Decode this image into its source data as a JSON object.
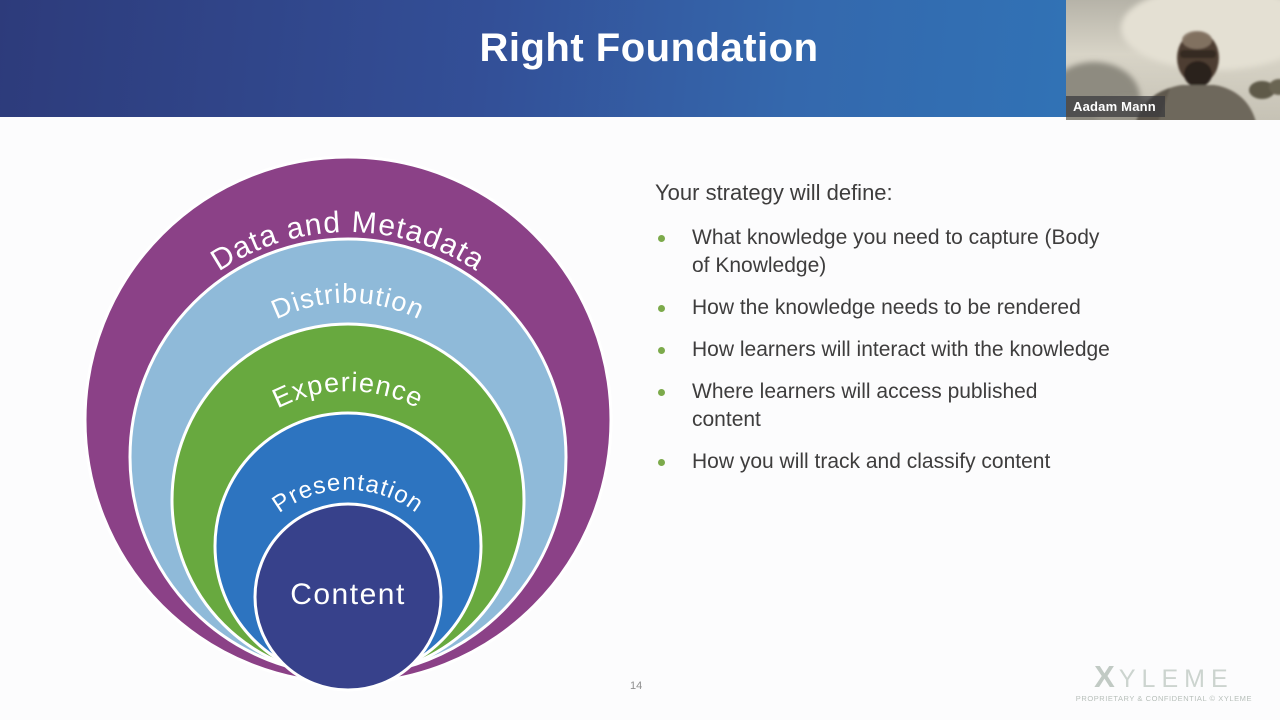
{
  "header": {
    "title": "Right Foundation",
    "gradient_left": "#2d3b7b",
    "gradient_right": "#2e7abc"
  },
  "webcam": {
    "participant_name": "Aadam Mann"
  },
  "diagram": {
    "type": "nested-circles",
    "rings": [
      {
        "label": "Data and Metadata",
        "color": "#8b4187"
      },
      {
        "label": "Distribution",
        "color": "#8fbad9"
      },
      {
        "label": "Experience",
        "color": "#68a93f"
      },
      {
        "label": "Presentation",
        "color": "#2d74c0"
      },
      {
        "label": "Content",
        "color": "#37418b"
      }
    ]
  },
  "content": {
    "heading": "Your strategy will define:",
    "bullet_color": "#7caa4b",
    "bullets": [
      {
        "lines": [
          "What knowledge you need to capture (Body",
          "of Knowledge)"
        ]
      },
      {
        "lines": [
          "How the knowledge needs to be rendered"
        ]
      },
      {
        "lines": [
          "How learners will interact with the knowledge"
        ]
      },
      {
        "lines": [
          "Where learners will access published",
          "content"
        ]
      },
      {
        "lines": [
          "How you will track and classify content"
        ]
      }
    ]
  },
  "footer": {
    "page_number": "14",
    "logo_x": "X",
    "logo_rest": "YLEME",
    "confidential_text": "PROPRIETARY & CONFIDENTIAL © XYLEME"
  }
}
